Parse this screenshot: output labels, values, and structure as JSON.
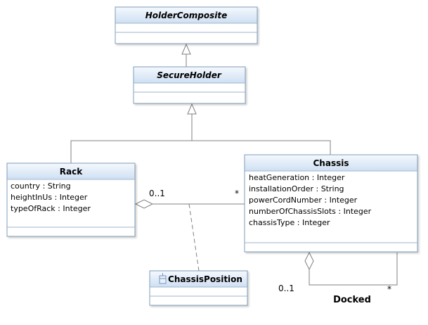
{
  "diagram": {
    "classes": {
      "holder_composite": {
        "name": "HolderComposite",
        "abstract": true,
        "attributes": []
      },
      "secure_holder": {
        "name": "SecureHolder",
        "abstract": true,
        "attributes": []
      },
      "rack": {
        "name": "Rack",
        "abstract": false,
        "attributes": [
          "country : String",
          "heightInUs : Integer",
          "typeOfRack : Integer"
        ]
      },
      "chassis": {
        "name": "Chassis",
        "abstract": false,
        "attributes": [
          "heatGeneration : Integer",
          "installationOrder : String",
          "powerCordNumber : Integer",
          "numberOfChassisSlots : Integer",
          "chassisType : Integer"
        ]
      },
      "chassis_position": {
        "name": "ChassisPosition",
        "abstract": false,
        "attributes": [],
        "icon": "association-class-icon"
      }
    },
    "associations": {
      "rack_chassis": {
        "rack_end_multiplicity": "0..1",
        "chassis_end_multiplicity": "*"
      },
      "docked": {
        "name": "Docked",
        "aggregate_end_multiplicity": "0..1",
        "part_end_multiplicity": "*"
      }
    },
    "colors": {
      "header_top": "#f4f8fd",
      "header_bottom": "#cfe0f3",
      "border": "#7f9db9",
      "line": "#808080",
      "compartment_line": "#9fb6cd"
    }
  }
}
